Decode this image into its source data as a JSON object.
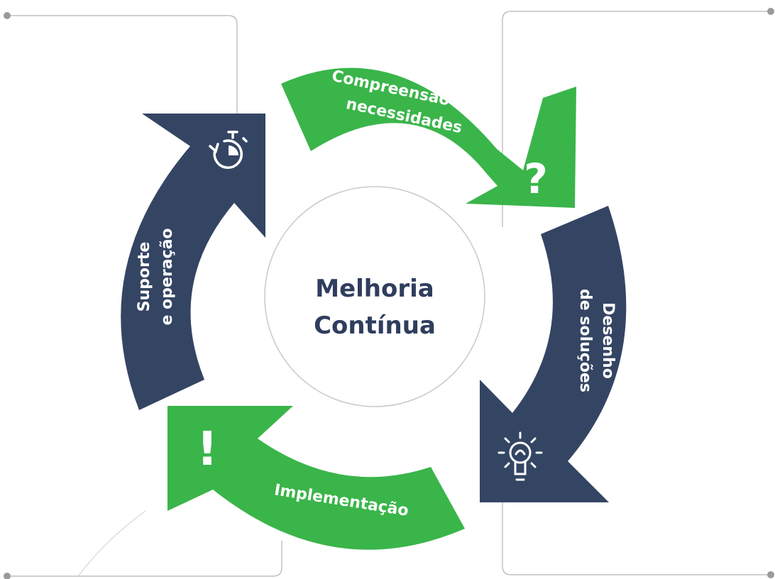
{
  "colors": {
    "green": "#3ab54a",
    "navy": "#344563",
    "frame": "#b3b3b3",
    "center_outline": "#c9c9c9",
    "center_text": "#2f3d5e"
  },
  "center": {
    "line1": "Melhoria",
    "line2": "Contínua"
  },
  "steps": [
    {
      "label_line1": "Compreensão de",
      "label_line2": "necessidades",
      "icon": "question-icon",
      "glyph": "?",
      "color": "green"
    },
    {
      "label_line1": "Desenho",
      "label_line2": "de soluções",
      "icon": "lightbulb-icon",
      "color": "navy"
    },
    {
      "label_line1": "Implementação",
      "label_line2": "",
      "icon": "exclamation-icon",
      "glyph": "!",
      "color": "green"
    },
    {
      "label_line1": "Suporte",
      "label_line2": "e operação",
      "icon": "stopwatch-icon",
      "color": "navy"
    }
  ]
}
